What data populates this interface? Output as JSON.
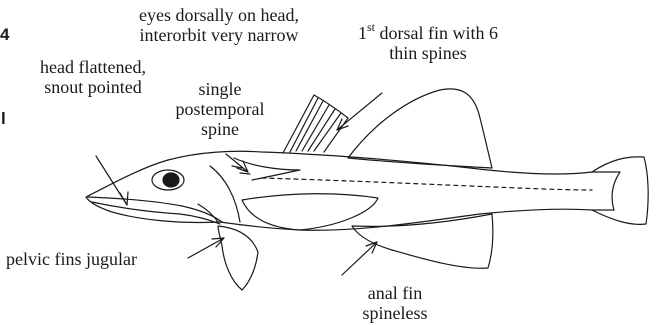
{
  "labels": {
    "eyes_line1": "eyes dorsally on head,",
    "eyes_line2": "interorbit very narrow",
    "dorsal_sup_prefix": "1",
    "dorsal_sup": "st",
    "dorsal_line1_rest": " dorsal fin with 6",
    "dorsal_line2": "thin spines",
    "head_line1": "head flattened,",
    "head_line2": "snout pointed",
    "postemporal_line1": "single",
    "postemporal_line2": "postemporal",
    "postemporal_line3": "spine",
    "pelvic": "pelvic fins jugular",
    "anal_line1": "anal fin",
    "anal_line2": "spineless"
  },
  "edge_marks": [
    "4",
    "l"
  ],
  "colors": {
    "ink": "#1a1a1a",
    "background": "#ffffff"
  }
}
